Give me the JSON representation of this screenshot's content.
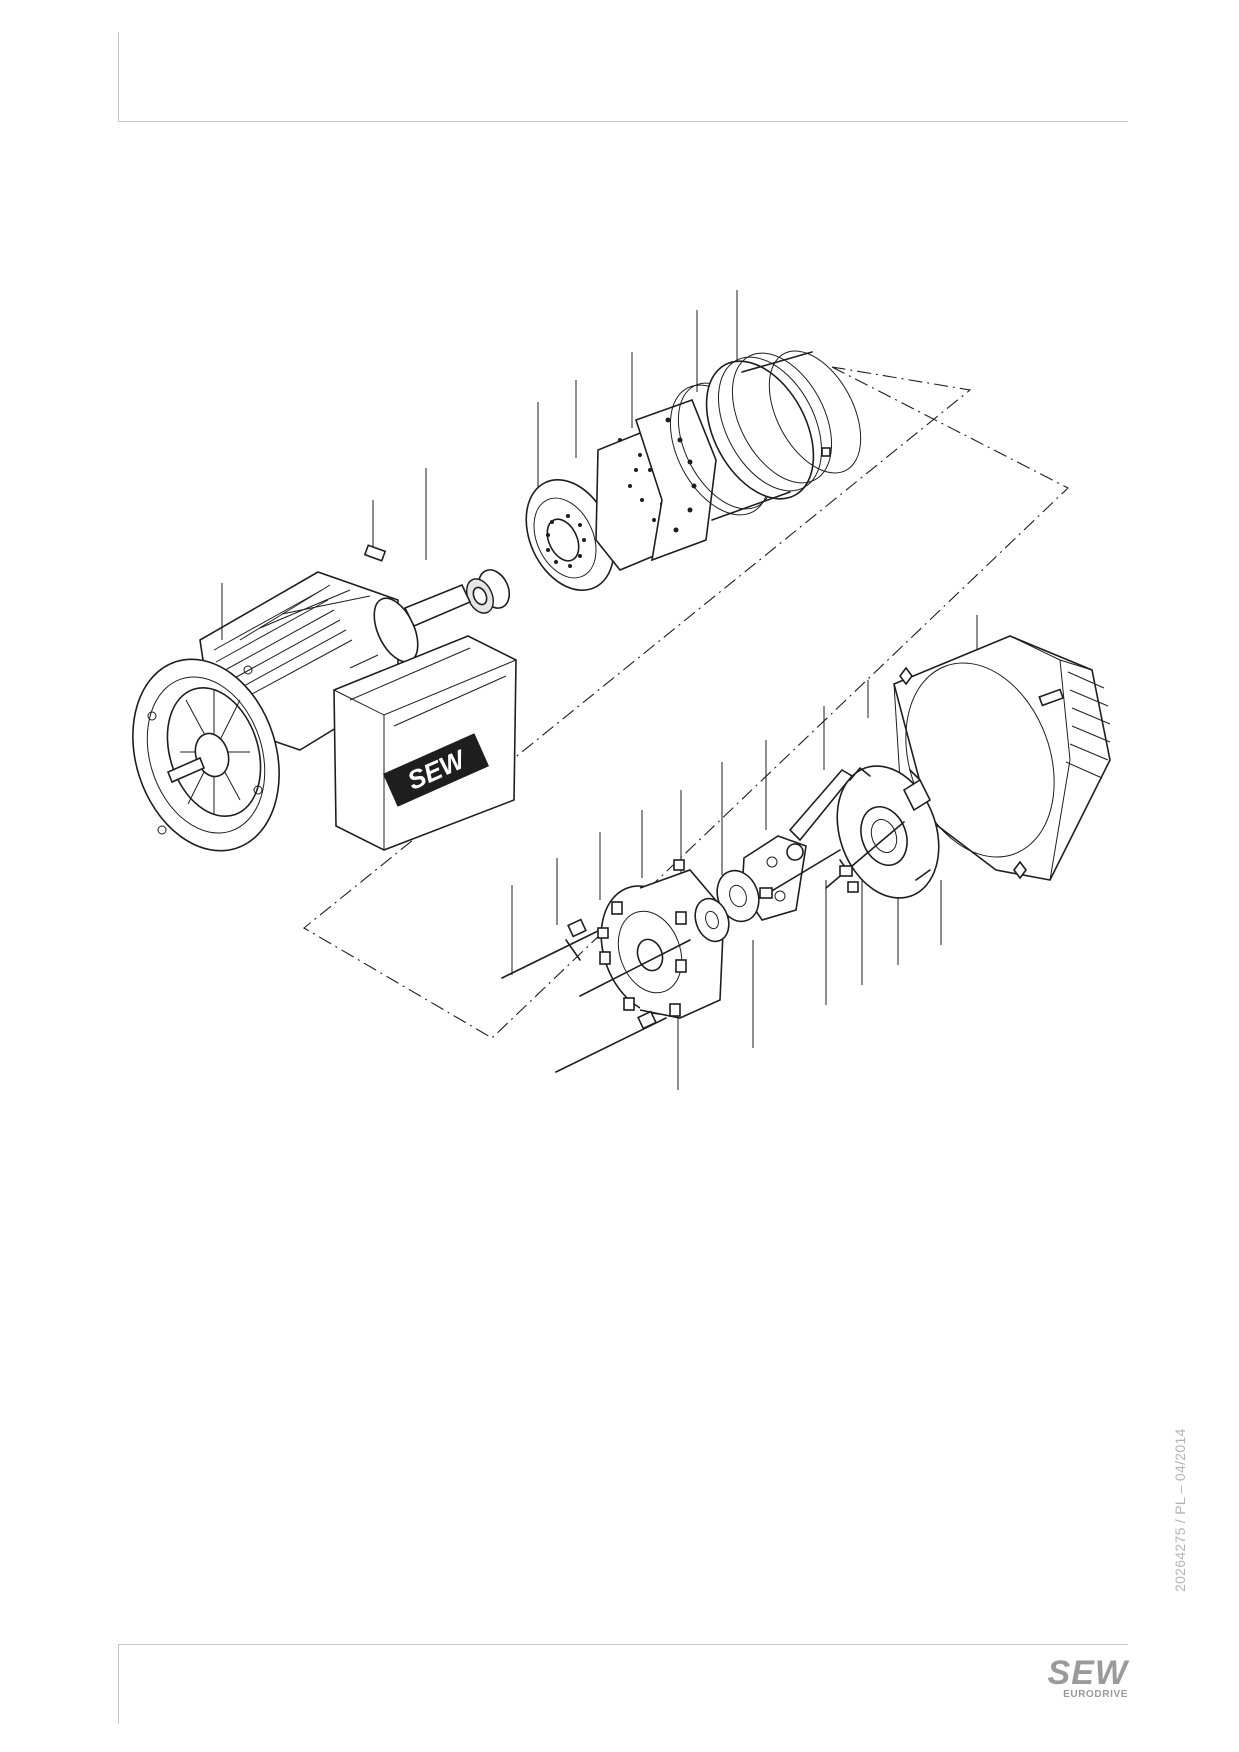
{
  "document": {
    "code": "20264275 / PL – 04/2014"
  },
  "drawing": {
    "motor_label": "SEW"
  },
  "footer": {
    "brand": "SEW",
    "brand_sub": "EURODRIVE"
  }
}
